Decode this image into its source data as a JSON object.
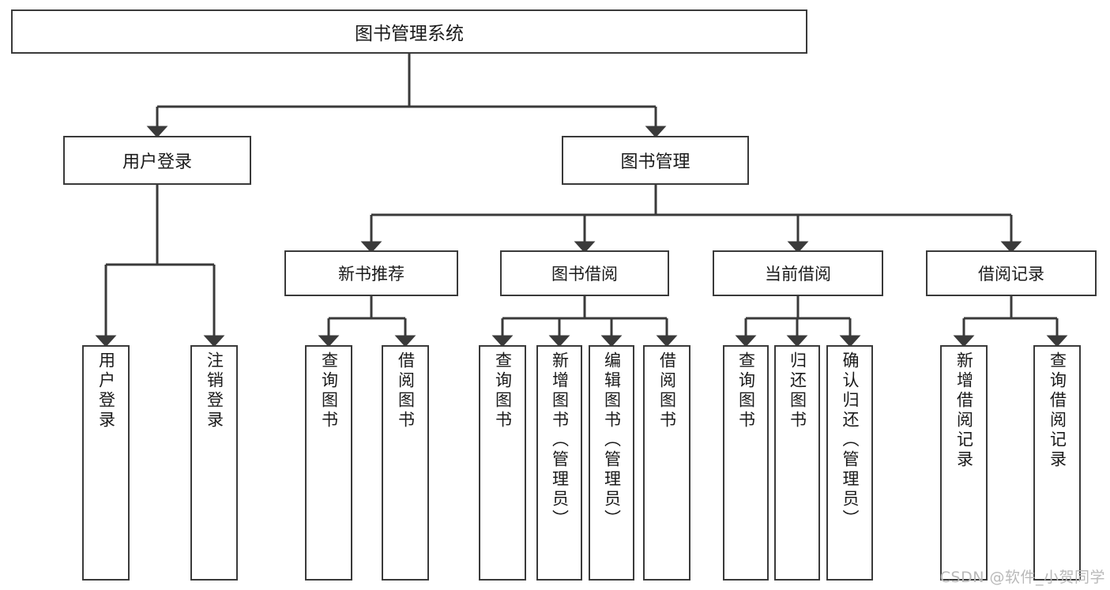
{
  "diagram": {
    "title": "图书管理系统",
    "watermark": "CSDN @软件_小贺同学",
    "style": {
      "border_color": "#3a3a3a",
      "edge_color": "#3a3a3a",
      "background": "#ffffff",
      "text_color": "#1a1a1a",
      "watermark_color": "#b9b9b9"
    },
    "root": {
      "label": "图书管理系统"
    },
    "level1": [
      {
        "label": "用户登录"
      },
      {
        "label": "图书管理"
      }
    ],
    "level2": [
      {
        "label": "新书推荐"
      },
      {
        "label": "图书借阅"
      },
      {
        "label": "当前借阅"
      },
      {
        "label": "借阅记录"
      }
    ],
    "leaves": {
      "user_login": [
        {
          "label": "用户登录"
        },
        {
          "label": "注销登录"
        }
      ],
      "new_book_recommend": [
        {
          "label": "查询图书"
        },
        {
          "label": "借阅图书"
        }
      ],
      "book_borrow": [
        {
          "label": "查询图书"
        },
        {
          "label": "新增图书（管理员）"
        },
        {
          "label": "编辑图书（管理员）"
        },
        {
          "label": "借阅图书"
        }
      ],
      "current_borrow": [
        {
          "label": "查询图书"
        },
        {
          "label": "归还图书"
        },
        {
          "label": "确认归还（管理员）"
        }
      ],
      "borrow_record": [
        {
          "label": "新增借阅记录"
        },
        {
          "label": "查询借阅记录"
        }
      ]
    }
  }
}
